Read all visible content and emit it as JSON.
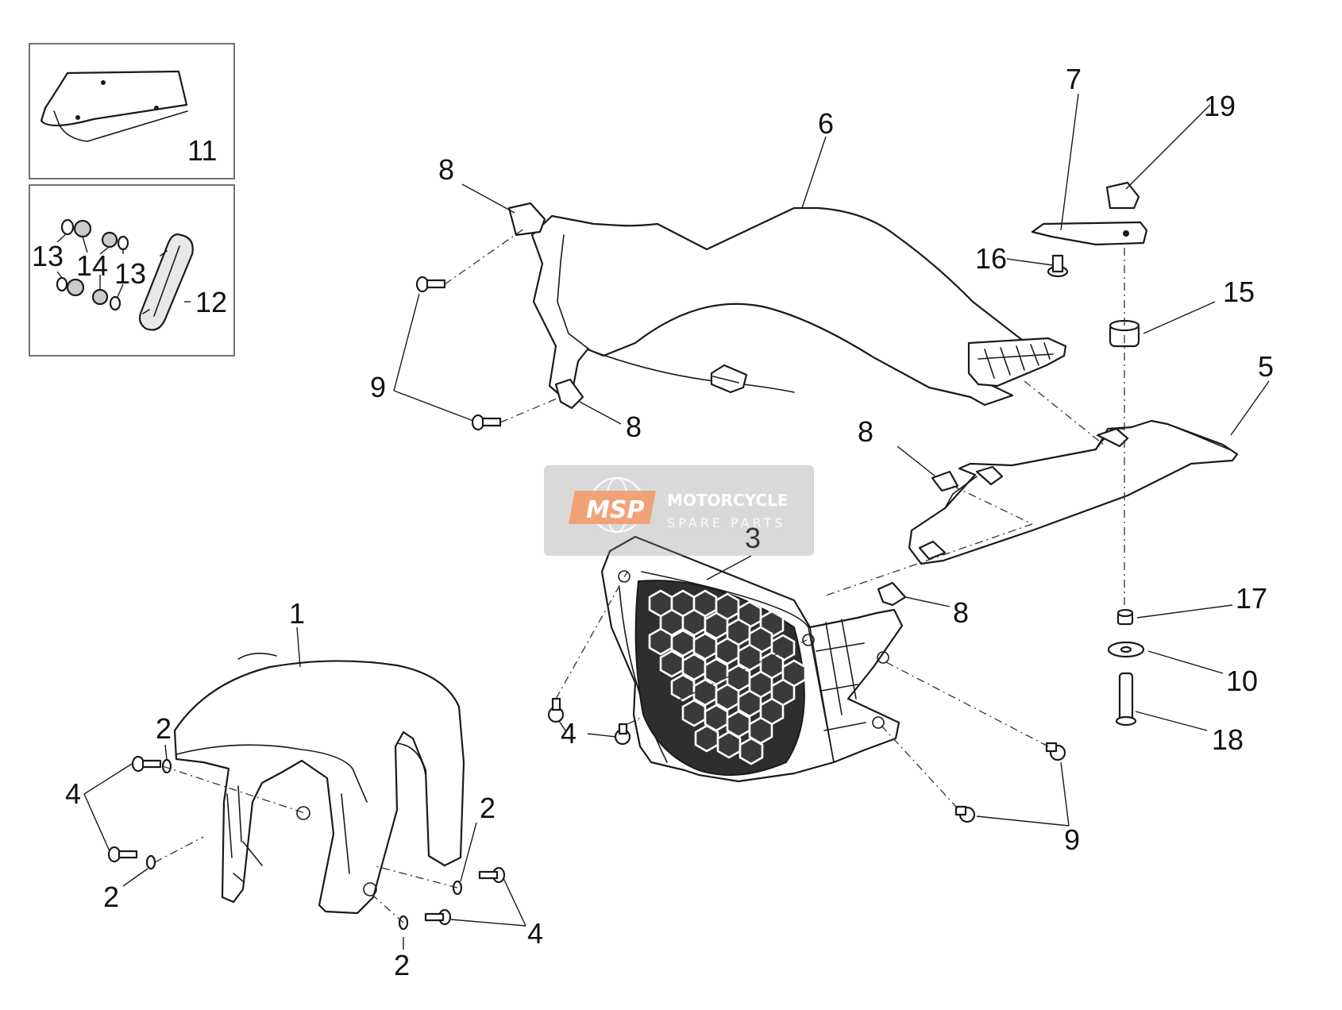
{
  "watermark": {
    "badge": "MSP",
    "title": "MOTORCYCLE",
    "subtitle": "SPARE PARTS",
    "badge_color": "#f39a6b",
    "box_color": "#8a8a8a"
  },
  "callouts": {
    "c1": "1",
    "c2a": "2",
    "c2b": "2",
    "c2c": "2",
    "c2d": "2",
    "c3": "3",
    "c4a": "4",
    "c4b": "4",
    "c4c": "4",
    "c5": "5",
    "c6": "6",
    "c7": "7",
    "c8a": "8",
    "c8b": "8",
    "c8c": "8",
    "c8d": "8",
    "c9a": "9",
    "c9b": "9",
    "c10": "10",
    "c11": "11",
    "c12": "12",
    "c13a": "13",
    "c13b": "13",
    "c14": "14",
    "c15": "15",
    "c16": "16",
    "c17": "17",
    "c18": "18",
    "c19": "19"
  }
}
